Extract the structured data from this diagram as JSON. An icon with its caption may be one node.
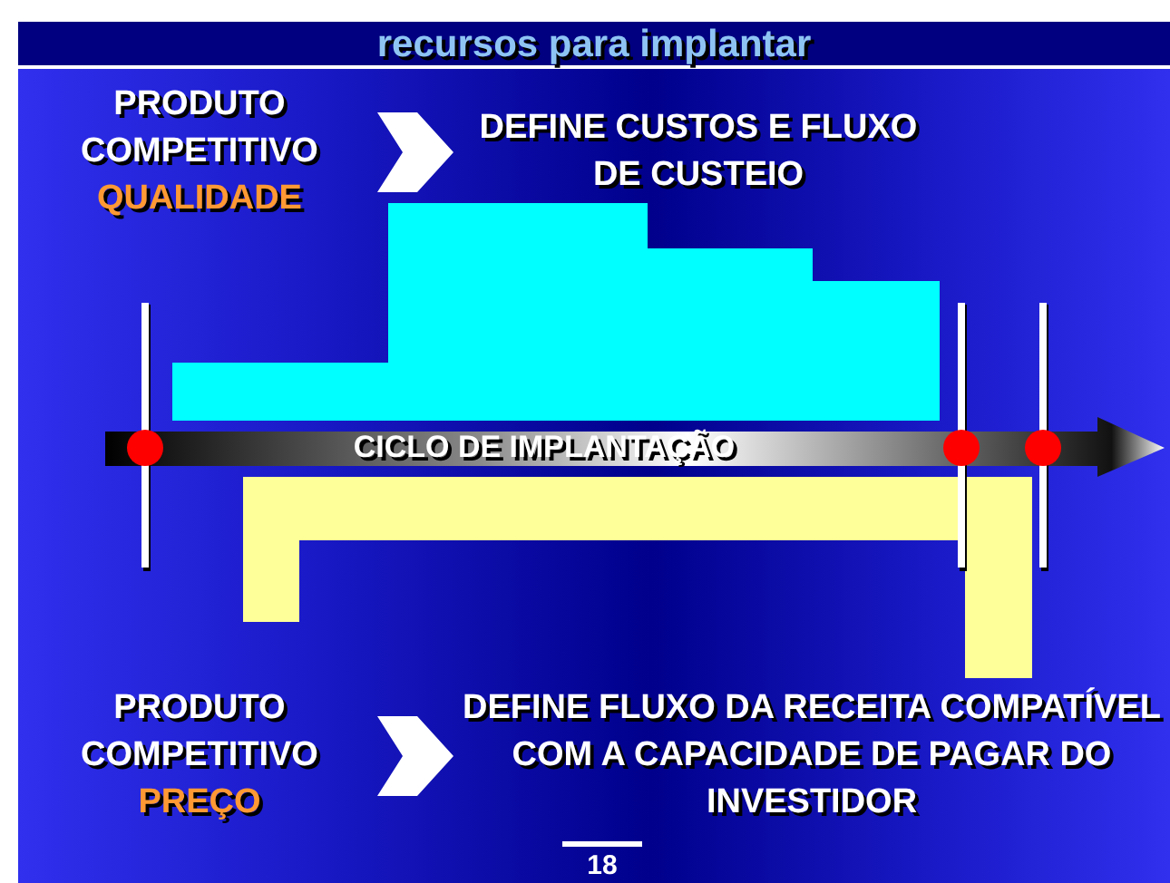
{
  "diagram": {
    "title": "recursos para implantar",
    "nodes": [
      {
        "text": [
          "PRODUTO COMPETITIVO",
          "QUALIDADE"
        ]
      },
      {
        "text": [
          "DEFINE CUSTOS E FLUXO DE CUSTEIO"
        ]
      },
      {
        "text": [
          "PRODUTO COMPETITIVO",
          "PREÇO"
        ]
      },
      {
        "text": [
          "DEFINE FLUXO DA RECEITA COMPATÍVEL COM A CAPACIDADE DE PAGAR DO INVESTIDOR"
        ]
      }
    ],
    "edges": [
      {
        "from": 0,
        "to": 1,
        "arrow": "to"
      },
      {
        "from": 2,
        "to": 3,
        "arrow": "to"
      }
    ],
    "labels": [
      "CICLO DE IMPLANTAÇÃO",
      "18"
    ]
  }
}
